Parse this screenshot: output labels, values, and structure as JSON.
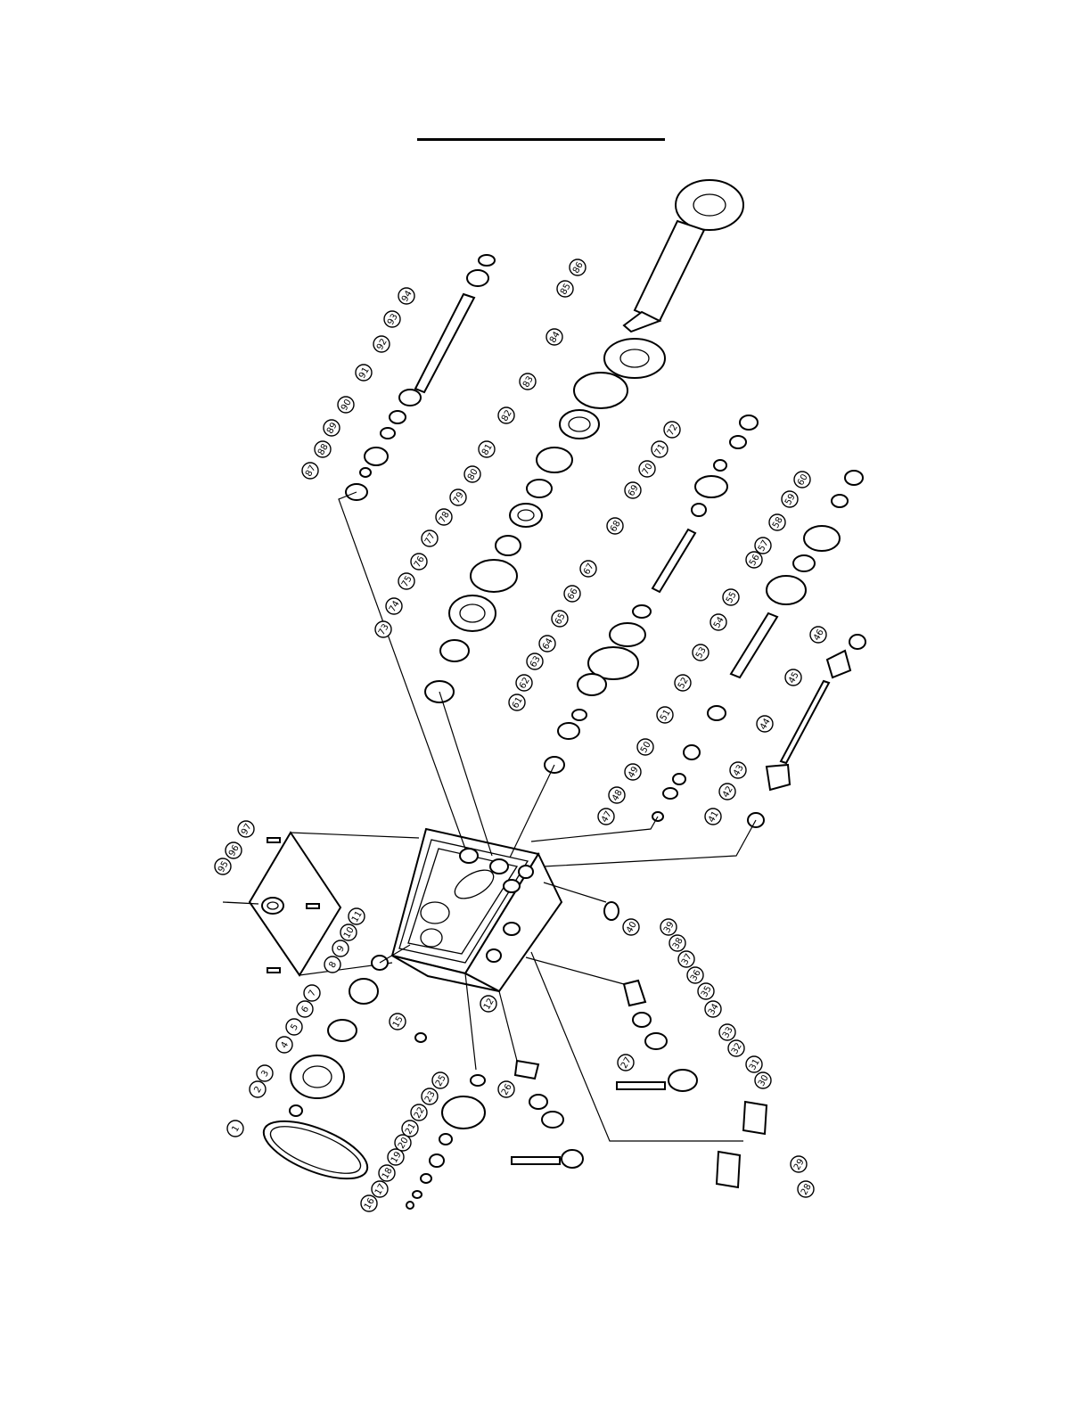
{
  "diagram": {
    "callouts": [
      "1",
      "2",
      "3",
      "4",
      "5",
      "6",
      "7",
      "8",
      "9",
      "10",
      "11",
      "12",
      "15",
      "16",
      "17",
      "18",
      "19",
      "20",
      "21",
      "22",
      "23",
      "25",
      "26",
      "27",
      "28",
      "29",
      "30",
      "31",
      "32",
      "33",
      "34",
      "35",
      "36",
      "37",
      "38",
      "39",
      "40",
      "41",
      "42",
      "43",
      "44",
      "45",
      "46",
      "47",
      "48",
      "49",
      "50",
      "51",
      "52",
      "53",
      "54",
      "55",
      "56",
      "57",
      "58",
      "59",
      "60",
      "61",
      "62",
      "63",
      "64",
      "65",
      "66",
      "67",
      "68",
      "69",
      "70",
      "71",
      "72",
      "73",
      "74",
      "75",
      "76",
      "77",
      "78",
      "79",
      "80",
      "81",
      "82",
      "83",
      "84",
      "85",
      "86",
      "87",
      "88",
      "89",
      "90",
      "91",
      "92",
      "93",
      "94",
      "95",
      "96",
      "97"
    ]
  }
}
